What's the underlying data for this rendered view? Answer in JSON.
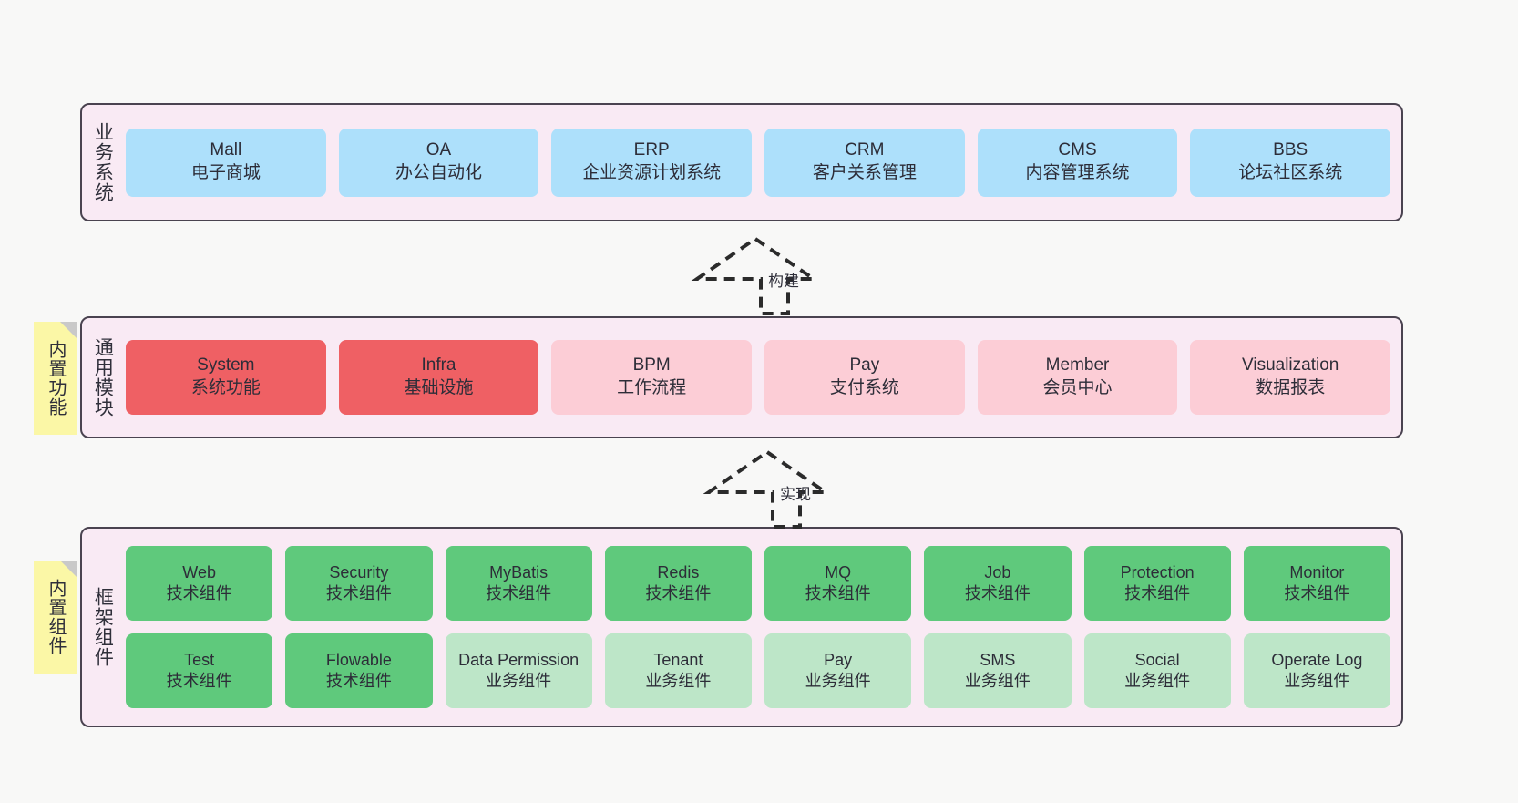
{
  "diagram": {
    "title": "ruoyi-vue-pro architecture layers",
    "background": "#f8f8f7",
    "panel_bg": "#f9eaf4",
    "panel_border": "#4a4350",
    "note_bg": "#fbf7a6"
  },
  "layers": [
    {
      "id": "business-systems",
      "label": "业务系统",
      "note": null,
      "card_color": "#ade0fb",
      "cards": [
        {
          "en": "Mall",
          "cn": "电子商城",
          "color": "#ade0fb"
        },
        {
          "en": "OA",
          "cn": "办公自动化",
          "color": "#ade0fb"
        },
        {
          "en": "ERP",
          "cn": "企业资源计划系统",
          "color": "#ade0fb"
        },
        {
          "en": "CRM",
          "cn": "客户关系管理",
          "color": "#ade0fb"
        },
        {
          "en": "CMS",
          "cn": "内容管理系统",
          "color": "#ade0fb"
        },
        {
          "en": "BBS",
          "cn": "论坛社区系统",
          "color": "#ade0fb"
        }
      ]
    },
    {
      "id": "common-modules",
      "label": "通用模块",
      "note": "内置功能",
      "cards": [
        {
          "en": "System",
          "cn": "系统功能",
          "color": "#ef6064"
        },
        {
          "en": "Infra",
          "cn": "基础设施",
          "color": "#ef6064"
        },
        {
          "en": "BPM",
          "cn": "工作流程",
          "color": "#fccdd6"
        },
        {
          "en": "Pay",
          "cn": "支付系统",
          "color": "#fccdd6"
        },
        {
          "en": "Member",
          "cn": "会员中心",
          "color": "#fccdd6"
        },
        {
          "en": "Visualization",
          "cn": "数据报表",
          "color": "#fccdd6"
        }
      ]
    },
    {
      "id": "framework-components",
      "label": "框架组件",
      "note": "内置组件",
      "rows": [
        [
          {
            "en": "Web",
            "cn": "技术组件",
            "color": "#5fc97c"
          },
          {
            "en": "Security",
            "cn": "技术组件",
            "color": "#5fc97c"
          },
          {
            "en": "MyBatis",
            "cn": "技术组件",
            "color": "#5fc97c"
          },
          {
            "en": "Redis",
            "cn": "技术组件",
            "color": "#5fc97c"
          },
          {
            "en": "MQ",
            "cn": "技术组件",
            "color": "#5fc97c"
          },
          {
            "en": "Job",
            "cn": "技术组件",
            "color": "#5fc97c"
          },
          {
            "en": "Protection",
            "cn": "技术组件",
            "color": "#5fc97c"
          },
          {
            "en": "Monitor",
            "cn": "技术组件",
            "color": "#5fc97c"
          }
        ],
        [
          {
            "en": "Test",
            "cn": "技术组件",
            "color": "#5fc97c"
          },
          {
            "en": "Flowable",
            "cn": "技术组件",
            "color": "#5fc97c"
          },
          {
            "en": "Data Permission",
            "cn": "业务组件",
            "color": "#bde6c8"
          },
          {
            "en": "Tenant",
            "cn": "业务组件",
            "color": "#bde6c8"
          },
          {
            "en": "Pay",
            "cn": "业务组件",
            "color": "#bde6c8"
          },
          {
            "en": "SMS",
            "cn": "业务组件",
            "color": "#bde6c8"
          },
          {
            "en": "Social",
            "cn": "业务组件",
            "color": "#bde6c8"
          },
          {
            "en": "Operate Log",
            "cn": "业务组件",
            "color": "#bde6c8"
          }
        ]
      ]
    }
  ],
  "connectors": [
    {
      "id": "connector-build",
      "label": "构建",
      "style": "dashed-generalization"
    },
    {
      "id": "connector-implement",
      "label": "实现",
      "style": "dashed-generalization"
    }
  ]
}
